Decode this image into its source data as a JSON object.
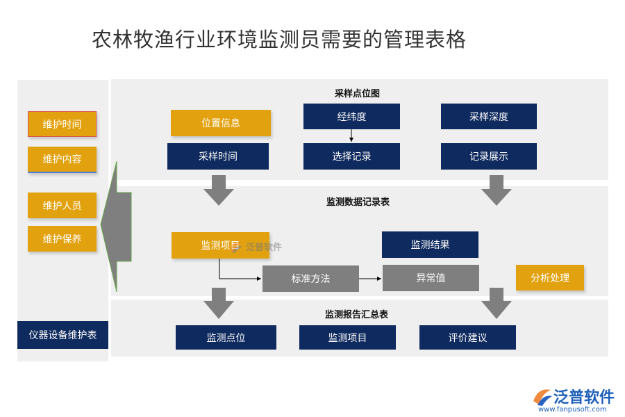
{
  "title": "农林牧渔行业环境监测员需要的管理表格",
  "sidebar": {
    "items": [
      "维护时间",
      "维护内容",
      "维护人员",
      "维护保养"
    ],
    "footer": "仪器设备维护表"
  },
  "section1": {
    "label": "采样点位图",
    "boxes": [
      "位置信息",
      "采样时间",
      "经纬度",
      "选择记录",
      "采样深度",
      "记录展示"
    ]
  },
  "section2": {
    "label": "监测数据记录表",
    "boxes": [
      "监测项目",
      "标准方法",
      "监测结果",
      "异常值",
      "分析处理"
    ]
  },
  "section3": {
    "label": "监测报告汇总表",
    "boxes": [
      "监测点位",
      "监测项目",
      "评价建议"
    ]
  },
  "watermark": {
    "brand": "泛普软件",
    "url": "www.fanpusoft.com"
  },
  "colors": {
    "navy": "#0f2a5e",
    "gold": "#e2a20f",
    "grey": "#7f7f7f",
    "panel": "#efefef"
  }
}
